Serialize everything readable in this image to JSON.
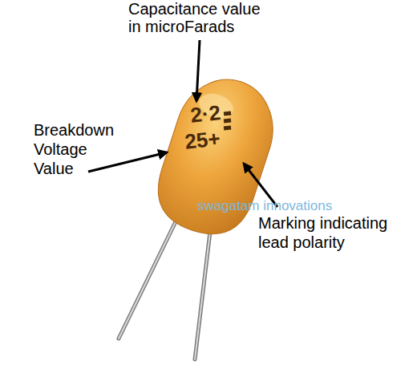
{
  "diagram": {
    "labels": [
      "Capacitance value in microFarads",
      "2·2",
      "Breakdown Voltage Value",
      "25+",
      "swagatam innovations",
      "Marking indicating lead polarity"
    ]
  }
}
